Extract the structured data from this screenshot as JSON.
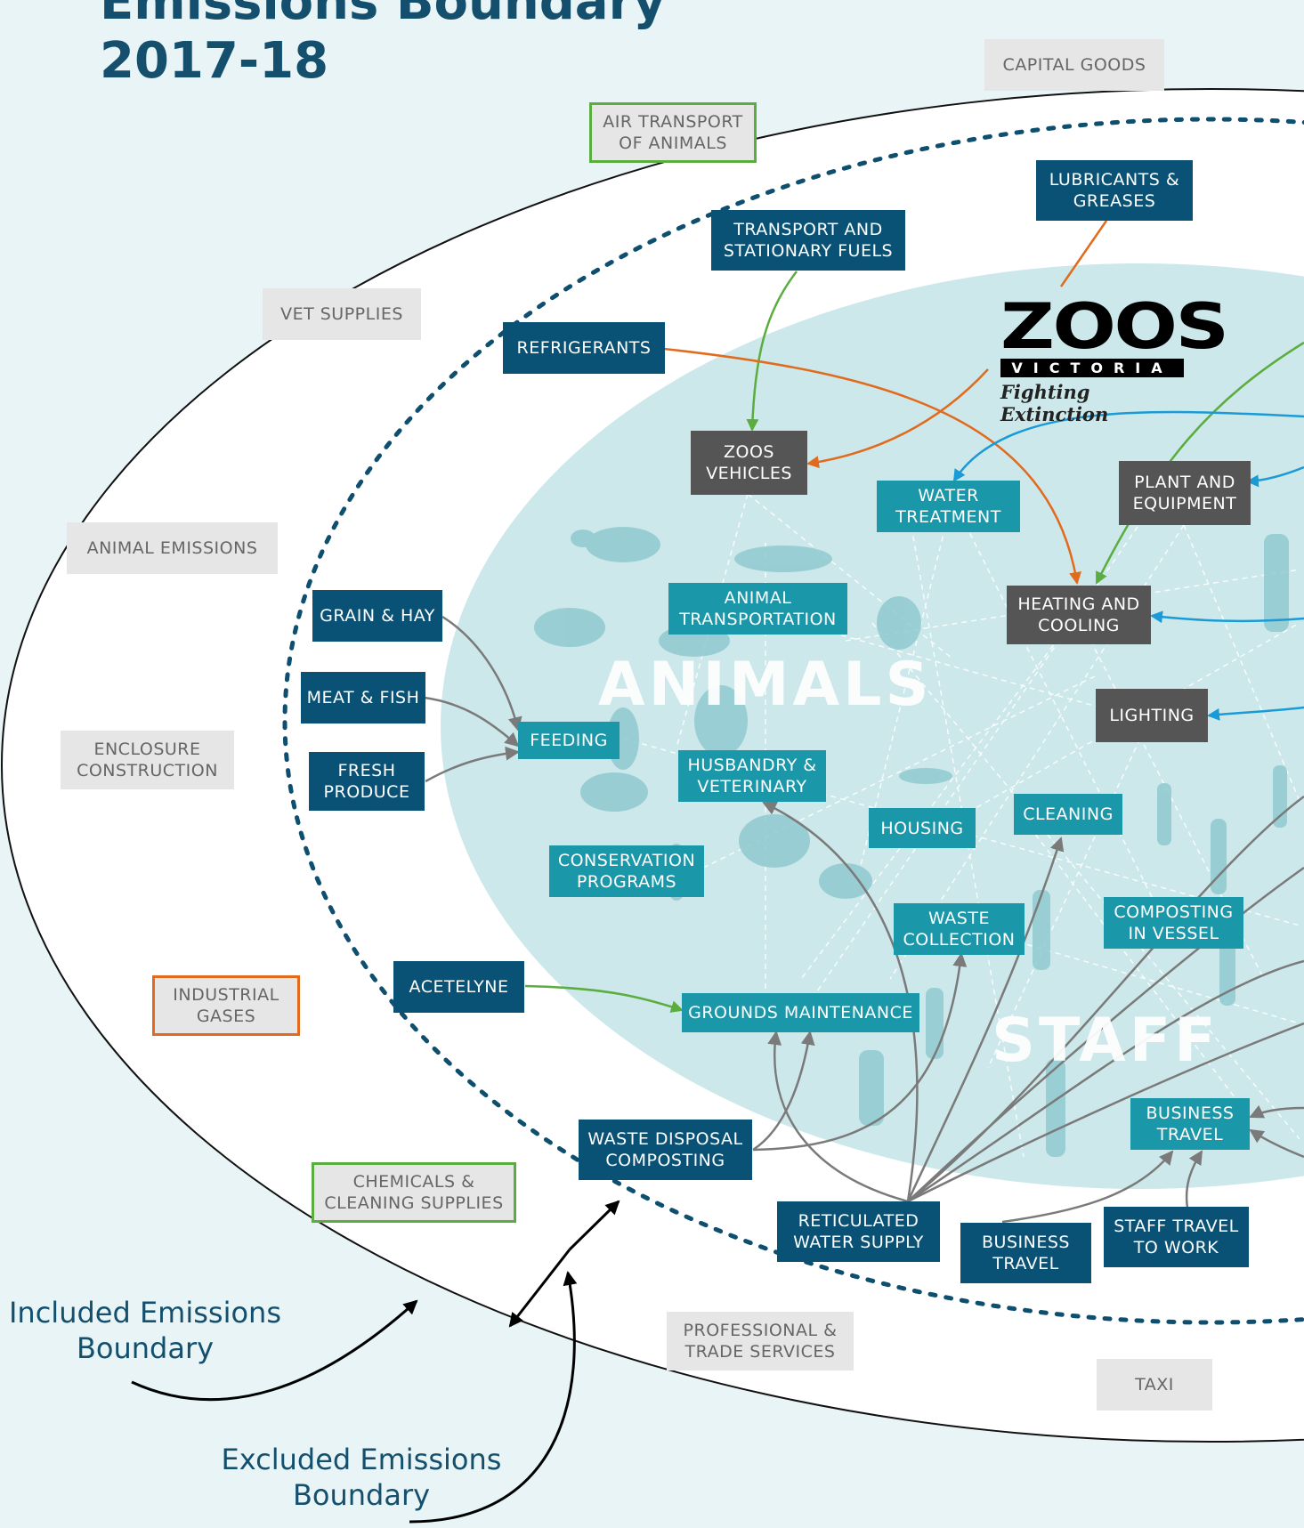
{
  "title": [
    "Emissions Boundary",
    "2017-18"
  ],
  "logo": {
    "name": "ZOOS",
    "sub": "VICTORIA",
    "tagline": "Fighting Extinction"
  },
  "zones": {
    "animals": "ANIMALS",
    "staff": "STAFF"
  },
  "excluded": {
    "capital_goods": "CAPITAL GOODS",
    "air_transport": "AIR TRANSPORT\nOF ANIMALS",
    "vet_supplies": "VET SUPPLIES",
    "animal_emissions": "ANIMAL EMISSIONS",
    "enclosure_construction": "ENCLOSURE\nCONSTRUCTION",
    "industrial_gases": "INDUSTRIAL\nGASES",
    "chemicals": "CHEMICALS &\nCLEANING SUPPLIES",
    "professional_services": "PROFESSIONAL &\nTRADE SERVICES",
    "taxi": "TAXI"
  },
  "inputs": {
    "lubricants": "LUBRICANTS &\nGREASES",
    "transport_fuels": "TRANSPORT AND\nSTATIONARY FUELS",
    "refrigerants": "REFRIGERANTS",
    "grain_hay": "GRAIN & HAY",
    "meat_fish": "MEAT & FISH",
    "fresh_produce": "FRESH\nPRODUCE",
    "acetelyne": "ACETELYNE",
    "waste_disposal": "WASTE DISPOSAL\nCOMPOSTING",
    "reticulated_water": "RETICULATED\nWATER SUPPLY",
    "business_travel_in": "BUSINESS\nTRAVEL",
    "staff_travel": "STAFF TRAVEL\nTO WORK"
  },
  "activities": {
    "animal_transportation": "ANIMAL\nTRANSPORTATION",
    "feeding": "FEEDING",
    "husbandry": "HUSBANDRY &\nVETERINARY",
    "conservation": "CONSERVATION\nPROGRAMS",
    "housing": "HOUSING",
    "cleaning": "CLEANING",
    "water_treatment": "WATER\nTREATMENT",
    "waste_collection": "WASTE\nCOLLECTION",
    "composting_vessel": "COMPOSTING\nIN VESSEL",
    "grounds_maintenance": "GROUNDS MAINTENANCE",
    "business_travel": "BUSINESS\nTRAVEL"
  },
  "equipment": {
    "zoos_vehicles": "ZOOS\nVEHICLES",
    "plant_equipment": "PLANT AND\nEQUIPMENT",
    "heating_cooling": "HEATING AND\nCOOLING",
    "lighting": "LIGHTING"
  },
  "legend": {
    "included": "Included Emissions\nBoundary",
    "excluded": "Excluded Emissions\nBoundary"
  },
  "colors": {
    "navy": "#0a5275",
    "teal": "#1a97a8",
    "dark": "#555555",
    "green": "#5aad3e",
    "orange": "#e26a1c",
    "blue": "#1a9ad6",
    "grey_arrow": "#7a7a7a"
  }
}
